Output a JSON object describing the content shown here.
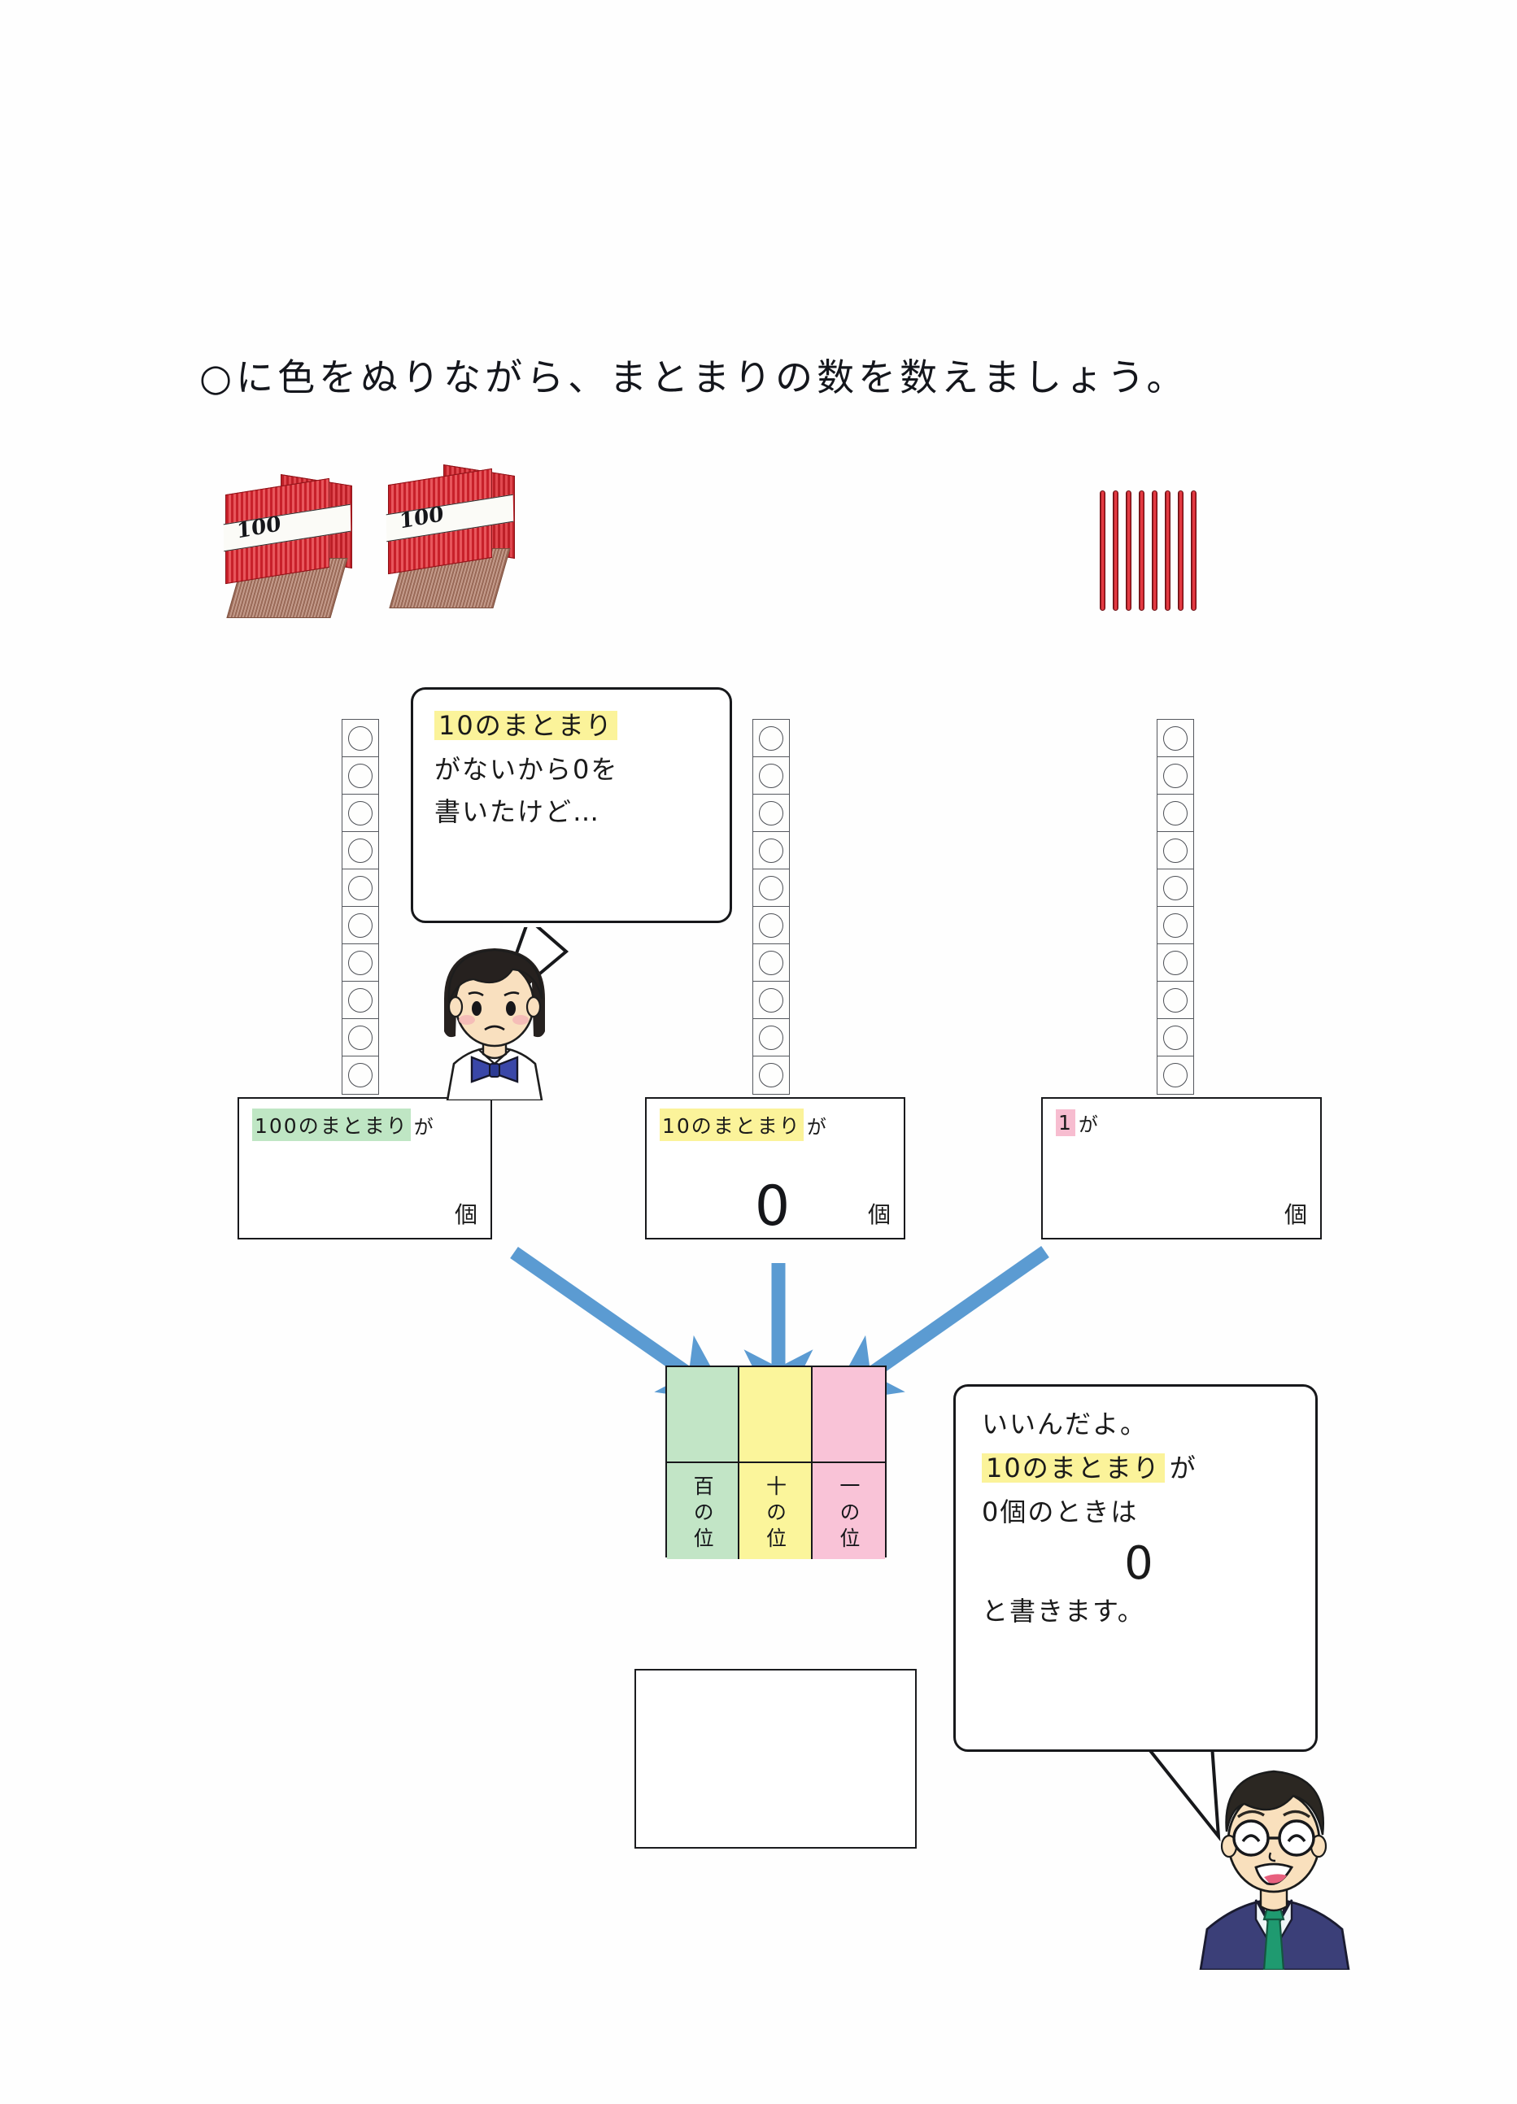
{
  "worksheet": {
    "title": "○に色をぬりながら、まとまりの数を数えましょう。"
  },
  "manipulatives": {
    "hundred_bundles": [
      {
        "label": "100"
      },
      {
        "label": "100"
      }
    ],
    "single_sticks_count": 8,
    "hundred_bundle_count": 2
  },
  "circle_columns": [
    {
      "name": "hundreds-column",
      "cells": 10
    },
    {
      "name": "tens-column",
      "cells": 10
    },
    {
      "name": "ones-column",
      "cells": 10
    }
  ],
  "count_boxes": [
    {
      "name": "hundreds",
      "highlight_text": "100のまとまり",
      "highlight_color": "green",
      "particle": "が",
      "answer": "",
      "unit": "個"
    },
    {
      "name": "tens",
      "highlight_text": "10のまとまり",
      "highlight_color": "yellow",
      "particle": "が",
      "answer": "0",
      "unit": "個"
    },
    {
      "name": "ones",
      "highlight_text": "1",
      "highlight_color": "pink",
      "particle": "が",
      "answer": "",
      "unit": "個"
    }
  ],
  "student_bubble": {
    "line1_highlight": "10のまとまり",
    "line2": "がないから0を",
    "line3": "書いたけど…"
  },
  "teacher_bubble": {
    "line1": "いいんだよ。",
    "line2_highlight": "10のまとまり",
    "line2_suffix": "が",
    "line3": "0個のときは",
    "big_number": "0",
    "line4": "と書きます。"
  },
  "place_value_table": {
    "columns": [
      {
        "label": "百の位",
        "color_name": "green",
        "color": "#c2e5c6"
      },
      {
        "label": "十の位",
        "color_name": "yellow",
        "color": "#fbf59b"
      },
      {
        "label": "一の位",
        "color_name": "pink",
        "color": "#f9c3d7"
      }
    ]
  },
  "final_answer_box": {
    "value": ""
  },
  "colors": {
    "arrow_blue": "#5b9bd2",
    "highlight_yellow": "#fbf39a",
    "highlight_green": "#bfe6c4",
    "highlight_pink": "#f7bdd0",
    "stick_red": "#d22730",
    "outline": "#17181b"
  }
}
